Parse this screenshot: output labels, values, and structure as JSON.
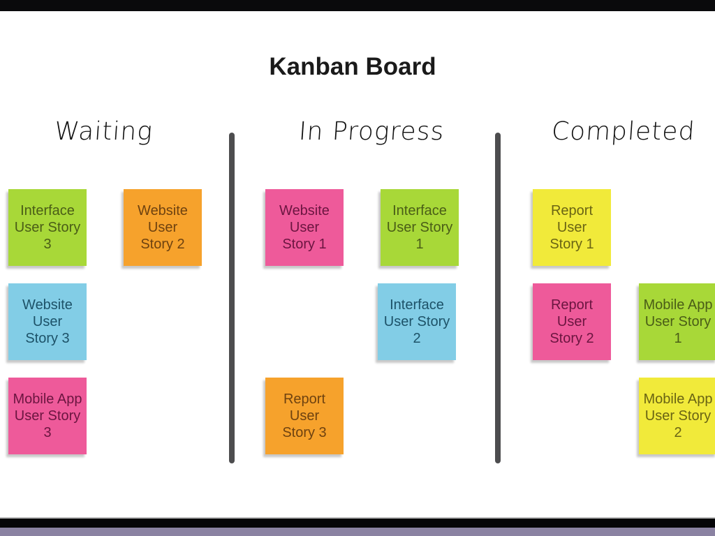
{
  "title": "Kanban Board",
  "columns": [
    {
      "heading": "Waiting",
      "notes": [
        {
          "text": "Interface User Story 3",
          "color": "green"
        },
        {
          "text": "Website User Story 2",
          "color": "orange"
        },
        {
          "text": "Website User Story 3",
          "color": "blue"
        },
        {
          "text": "Mobile App User Story 3",
          "color": "pink"
        }
      ]
    },
    {
      "heading": "In Progress",
      "notes": [
        {
          "text": "Website User Story 1",
          "color": "pink"
        },
        {
          "text": "Interface User Story 1",
          "color": "green"
        },
        {
          "text": "Interface User Story 2",
          "color": "blue"
        },
        {
          "text": "Report User Story 3",
          "color": "orange"
        }
      ]
    },
    {
      "heading": "Completed",
      "notes": [
        {
          "text": "Report User Story 1",
          "color": "yellow"
        },
        {
          "text": "Report User Story 2",
          "color": "pink"
        },
        {
          "text": "Mobile App User Story 1",
          "color": "green"
        },
        {
          "text": "Mobile App User Story 2",
          "color": "yellow"
        }
      ]
    }
  ],
  "colors": {
    "green": "#a8d838",
    "orange": "#f6a22c",
    "blue": "#82cde6",
    "pink": "#ee5a9a",
    "yellow": "#f1ea3a"
  }
}
